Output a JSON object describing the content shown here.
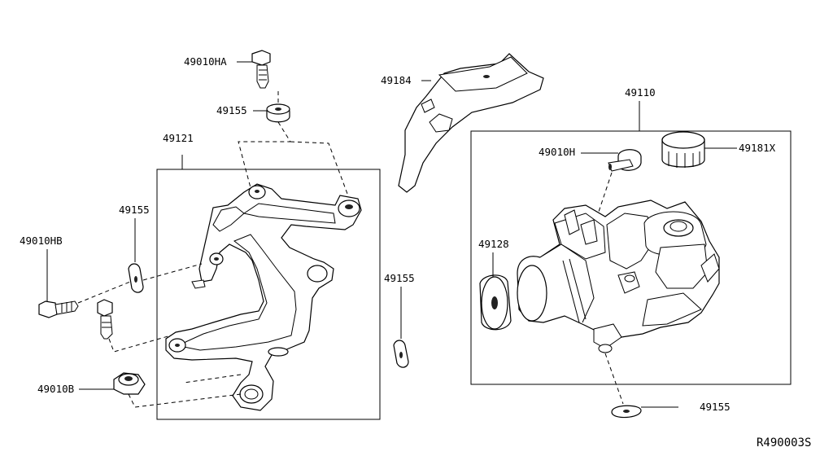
{
  "diagram": {
    "ref_code": "R490003S",
    "labels": {
      "p49010HA": "49010HA",
      "p49155_top": "49155",
      "p49121": "49121",
      "p49155_left": "49155",
      "p49010HB": "49010HB",
      "p49010B": "49010B",
      "p49184": "49184",
      "p49155_mid": "49155",
      "p49110": "49110",
      "p49010H": "49010H",
      "p49181X": "49181X",
      "p49128": "49128",
      "p49155_bottom": "49155"
    }
  }
}
